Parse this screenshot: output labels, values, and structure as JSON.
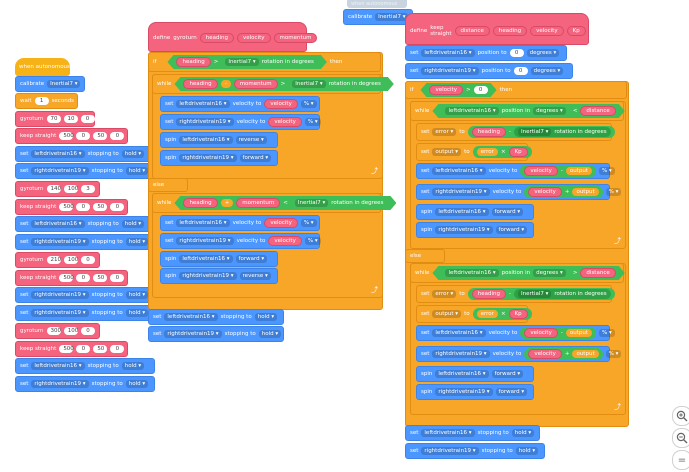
{
  "events": {
    "when_autonomous": "when autonomous"
  },
  "words": {
    "calibrate": "calibrate",
    "wait": "wait",
    "seconds": "seconds",
    "gyroturn": "gyroturn",
    "keep_straight": "keep straight",
    "set": "set",
    "stopping_to": "stopping to",
    "define": "define",
    "if": "if",
    "then": "then",
    "while": "while",
    "else": "else",
    "velocity_to": "velocity to",
    "pct": "%",
    "spin": "spin",
    "rotation_in_degrees": "rotation in degrees",
    "position_in": "position in",
    "degrees": "degrees",
    "position_to": "position to",
    "to": "to"
  },
  "devices": {
    "inertial": "Inertial7",
    "left": "leftdrivetrain16",
    "right": "rightdrivetrain19"
  },
  "options": {
    "hold": "hold",
    "forward": "forward",
    "reverse": "reverse"
  },
  "params": {
    "heading": "heading",
    "velocity": "velocity",
    "momentum": "momentum",
    "distance": "distance",
    "Kp": "Kp",
    "error": "error",
    "output": "output"
  },
  "ops": {
    "minus": "-",
    "plus": "+",
    "times": "×",
    "gt": ">",
    "lt": "<"
  },
  "stack1": {
    "wait_val": "1",
    "gyro1": [
      "70",
      "10",
      "0"
    ],
    "ks1": [
      "500",
      "0",
      "50",
      "0"
    ],
    "gyro2": [
      "140",
      "100",
      "3"
    ],
    "ks2": [
      "500",
      "0",
      "50",
      "0"
    ],
    "gyro3": [
      "210",
      "100",
      "0"
    ],
    "ks3": [
      "500",
      "0",
      "50",
      "0"
    ],
    "gyro4": [
      "300",
      "100",
      "0"
    ],
    "ks4": [
      "500",
      "0",
      "50",
      "0"
    ]
  },
  "stack2": {
    "title": "gyroturn"
  },
  "stack3": {
    "title": "keep straight",
    "zero": "0",
    "partial_label": "when autonomous"
  }
}
